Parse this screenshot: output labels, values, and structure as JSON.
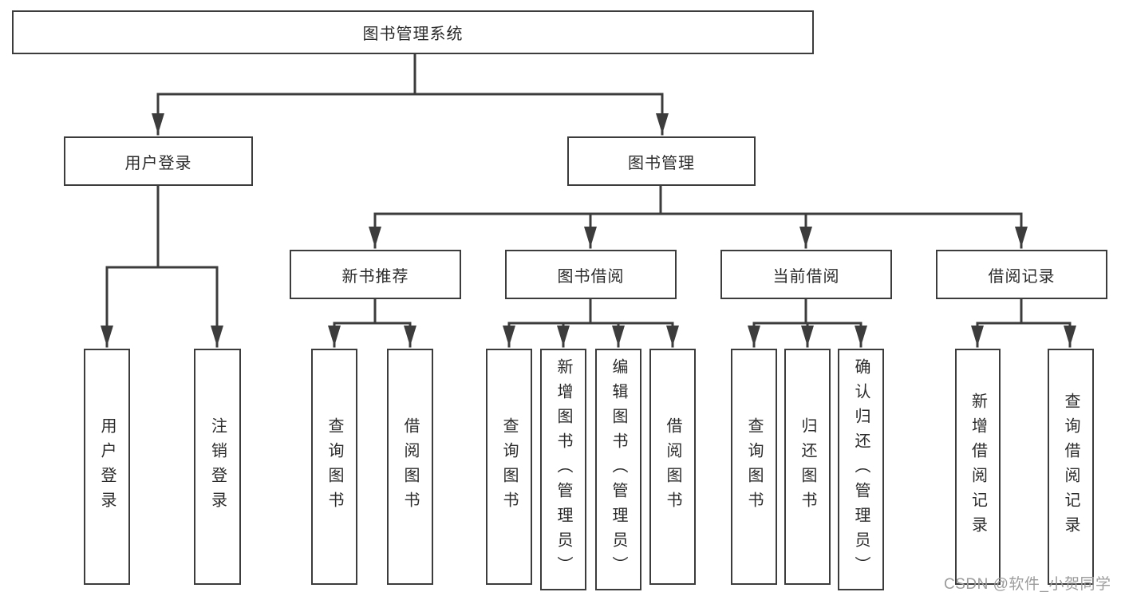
{
  "diagram": {
    "nodes": {
      "root": "图书管理系统",
      "user_login_module": "用户登录",
      "book_management": "图书管理",
      "new_book_recommend": "新书推荐",
      "book_borrow": "图书借阅",
      "current_borrow": "当前借阅",
      "borrow_records": "借阅记录",
      "user_login_leaf": "用户登录",
      "logout_leaf": "注销登录",
      "nbr_query_book": "查询图书",
      "nbr_borrow_book": "借阅图书",
      "bb_query_book": "查询图书",
      "bb_add_book": "新增图书（管理员）",
      "bb_edit_book": "编辑图书（管理员）",
      "bb_borrow_book": "借阅图书",
      "cb_query_book": "查询图书",
      "cb_return_book": "归还图书",
      "cb_confirm_return": "确认归还（管理员）",
      "br_add_record": "新增借阅记录",
      "br_query_record": "查询借阅记录"
    },
    "edges": [
      [
        "图书管理系统",
        "用户登录"
      ],
      [
        "图书管理系统",
        "图书管理"
      ],
      [
        "用户登录",
        "用户登录"
      ],
      [
        "用户登录",
        "注销登录"
      ],
      [
        "图书管理",
        "新书推荐"
      ],
      [
        "图书管理",
        "图书借阅"
      ],
      [
        "图书管理",
        "当前借阅"
      ],
      [
        "图书管理",
        "借阅记录"
      ],
      [
        "新书推荐",
        "查询图书"
      ],
      [
        "新书推荐",
        "借阅图书"
      ],
      [
        "图书借阅",
        "查询图书"
      ],
      [
        "图书借阅",
        "新增图书（管理员）"
      ],
      [
        "图书借阅",
        "编辑图书（管理员）"
      ],
      [
        "图书借阅",
        "借阅图书"
      ],
      [
        "当前借阅",
        "查询图书"
      ],
      [
        "当前借阅",
        "归还图书"
      ],
      [
        "当前借阅",
        "确认归还（管理员）"
      ],
      [
        "借阅记录",
        "新增借阅记录"
      ],
      [
        "借阅记录",
        "查询借阅记录"
      ]
    ],
    "colors": {
      "line": "#3c3c3c",
      "text": "#2b2b2b",
      "watermark": "#9c9c9c",
      "background": "#ffffff"
    }
  },
  "watermark": {
    "text": "CSDN @软件_小贺同学"
  }
}
